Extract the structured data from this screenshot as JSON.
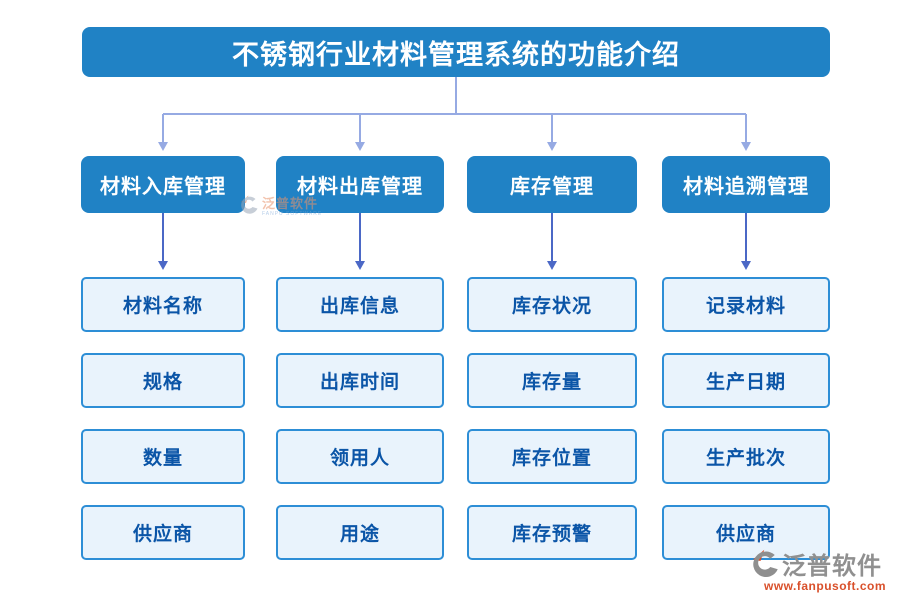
{
  "page": {
    "title": "不锈钢行业材料管理系统的功能介绍"
  },
  "columns": [
    {
      "header": "材料入库管理",
      "items": [
        "材料名称",
        "规格",
        "数量",
        "供应商"
      ]
    },
    {
      "header": "材料出库管理",
      "items": [
        "出库信息",
        "出库时间",
        "领用人",
        "用途"
      ]
    },
    {
      "header": "库存管理",
      "items": [
        "库存状况",
        "库存量",
        "库存位置",
        "库存预警"
      ]
    },
    {
      "header": "材料追溯管理",
      "items": [
        "记录材料",
        "生产日期",
        "生产批次",
        "供应商"
      ]
    }
  ],
  "watermark_center": {
    "brand": "泛普软件",
    "subtext": "FANPU SOFTWARE"
  },
  "watermark_footer": {
    "brand": "泛普软件",
    "url": "www.fanpusoft.com"
  },
  "colors": {
    "primary_blue": "#2082c5",
    "item_fill": "#e9f3fc",
    "item_border": "#2d8ed6",
    "item_text": "#0b55a7",
    "tree_connector": "#96aae3",
    "arrow_connector": "#4b68c6",
    "watermark_gray": "#909090",
    "watermark_orange": "#d9502b"
  }
}
